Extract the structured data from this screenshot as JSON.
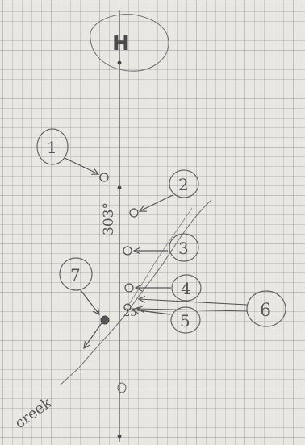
{
  "sketch": {
    "top_label": "H",
    "bearing": "303°",
    "creek_label": "creek",
    "row_label": "25",
    "callouts": [
      {
        "label": "1"
      },
      {
        "label": "2"
      },
      {
        "label": "3"
      },
      {
        "label": "4"
      },
      {
        "label": "5"
      },
      {
        "label": "6"
      },
      {
        "label": "7"
      }
    ]
  }
}
